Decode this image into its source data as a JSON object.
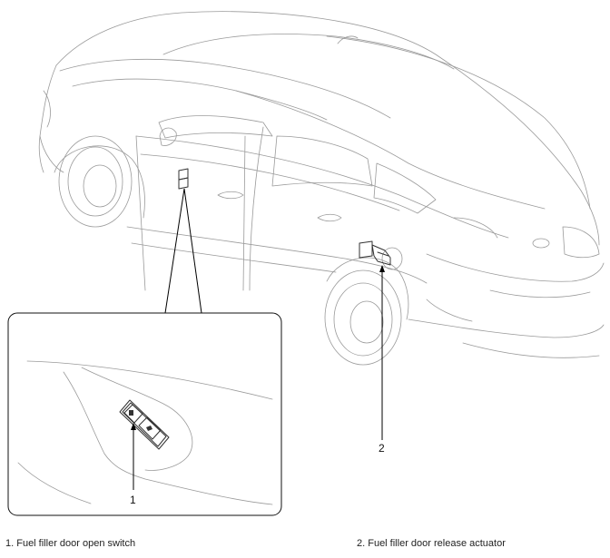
{
  "callouts": {
    "c1": "1",
    "c2": "2"
  },
  "legend": [
    {
      "num": "1",
      "text": "1. Fuel filler door open switch"
    },
    {
      "num": "2",
      "text": "2. Fuel filler door release actuator"
    }
  ],
  "colors": {
    "line": "#9a9a9a",
    "leader": "#000000",
    "text": "#222222"
  },
  "icons": [
    "fuel-pump-icon",
    "trunk-open-icon"
  ]
}
